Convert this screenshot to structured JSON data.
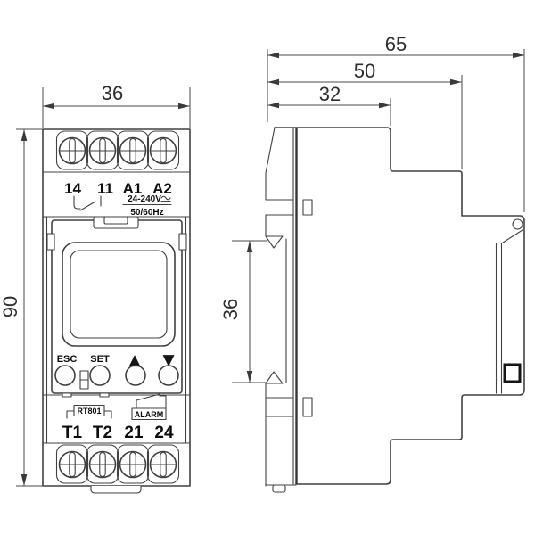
{
  "drawing_type": "dimensional-technical-drawing",
  "front": {
    "dim_width": "36",
    "dim_height": "90",
    "terminals_top": [
      "14",
      "11",
      "A1",
      "A2"
    ],
    "rating_voltage": "24-240V",
    "rating_freq": "50/60Hz",
    "buttons": {
      "esc": "ESC",
      "set": "SET",
      "up": "▲",
      "down": "▼"
    },
    "model": "RT801",
    "alarm": "ALARM",
    "terminals_bottom": [
      "T1",
      "T2",
      "21",
      "24"
    ]
  },
  "side": {
    "dim_depth_total": "65",
    "dim_depth_body": "50",
    "dim_depth_front": "32",
    "dim_rail": "36"
  },
  "icons": {
    "screw": "phillips-screw",
    "ac_dc": "ac-dc-supply-symbol",
    "relay_contact": "relay-contact-symbol",
    "alarm_contact": "alarm-contact-symbol",
    "up_arrow": "up-triangle",
    "down_arrow": "down-triangle"
  },
  "colors": {
    "line": "#414141",
    "text": "#0d0d0d",
    "background": "#ffffff"
  }
}
